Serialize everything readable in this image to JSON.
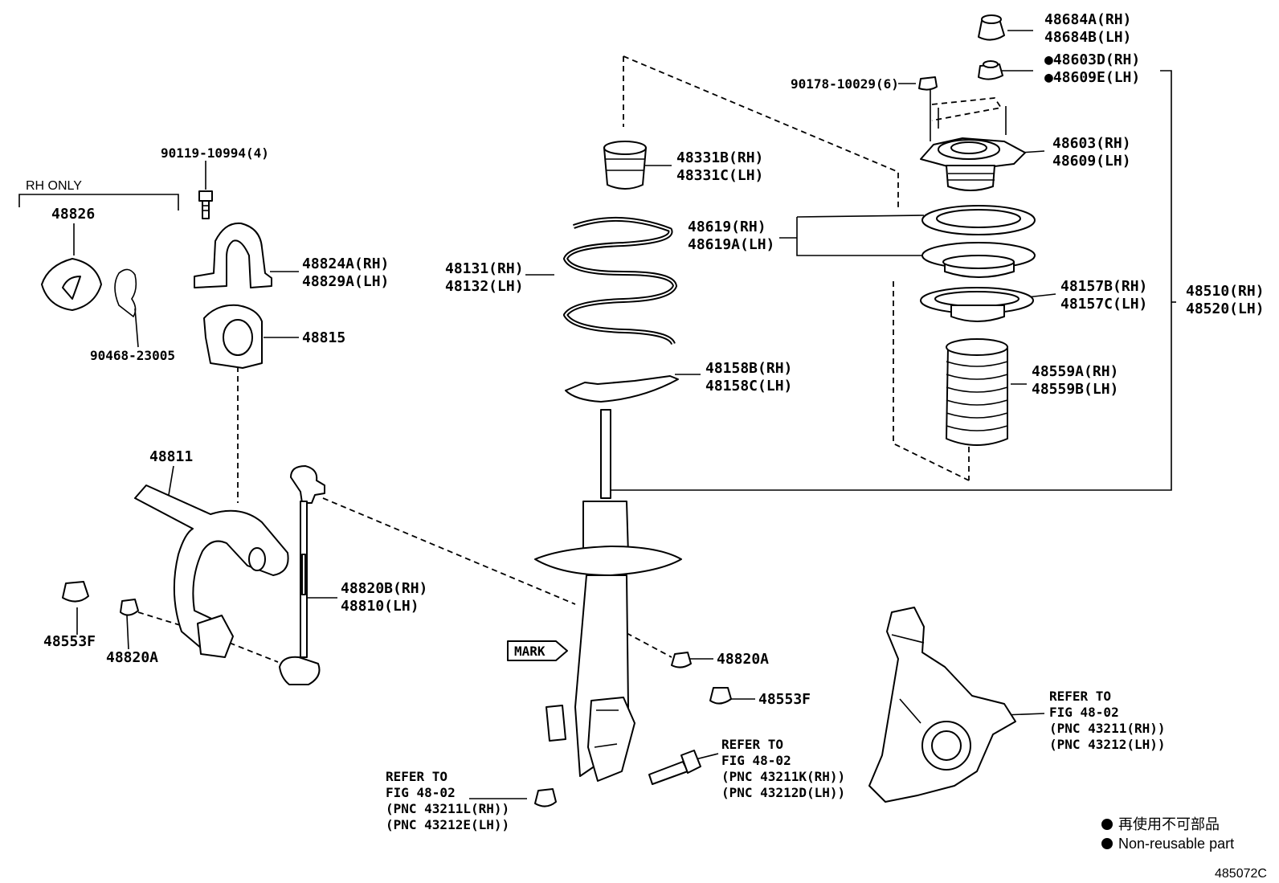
{
  "labels": {
    "p48684a": "48684A(RH)",
    "p48684b": "48684B(LH)",
    "p48603d": "●48603D(RH)",
    "p48609e": "●48609E(LH)",
    "p90178": "90178-10029(6)",
    "p48603": "48603(RH)",
    "p48609": "48609(LH)",
    "p48331b": "48331B(RH)",
    "p48331c": "48331C(LH)",
    "p48619": "48619(RH)",
    "p48619a": "48619A(LH)",
    "p48131": "48131(RH)",
    "p48132": "48132(LH)",
    "p48157b": "48157B(RH)",
    "p48157c": "48157C(LH)",
    "p48510": "48510(RH)",
    "p48520": "48520(LH)",
    "p48559a": "48559A(RH)",
    "p48559b": "48559B(LH)",
    "p48158b": "48158B(RH)",
    "p48158c": "48158C(LH)",
    "p90119": "90119-10994(4)",
    "rh_only": "RH ONLY",
    "p48826": "48826",
    "p48824a": "48824A(RH)",
    "p48829a": "48829A(LH)",
    "p48815": "48815",
    "p90468": "90468-23005",
    "p48811": "48811",
    "p48820b": "48820B(RH)",
    "p48810": "48810(LH)",
    "p48553f_l": "48553F",
    "p48820a_l": "48820A",
    "p48820a_r": "48820A",
    "p48553f_r": "48553F",
    "mark": "MARK",
    "ref1_a": "REFER TO",
    "ref1_b": "FIG 48-02",
    "ref1_c": "(PNC 43211(RH))",
    "ref1_d": "(PNC 43212(LH))",
    "ref2_a": "REFER TO",
    "ref2_b": "FIG 48-02",
    "ref2_c": "(PNC 43211K(RH))",
    "ref2_d": "(PNC 43212D(LH))",
    "ref3_a": "REFER TO",
    "ref3_b": "FIG 48-02",
    "ref3_c": "(PNC 43211L(RH))",
    "ref3_d": "(PNC 43212E(LH))"
  },
  "legend": {
    "jp": "再使用不可部品",
    "en": "Non-reusable part"
  },
  "figure_id": "485072C"
}
